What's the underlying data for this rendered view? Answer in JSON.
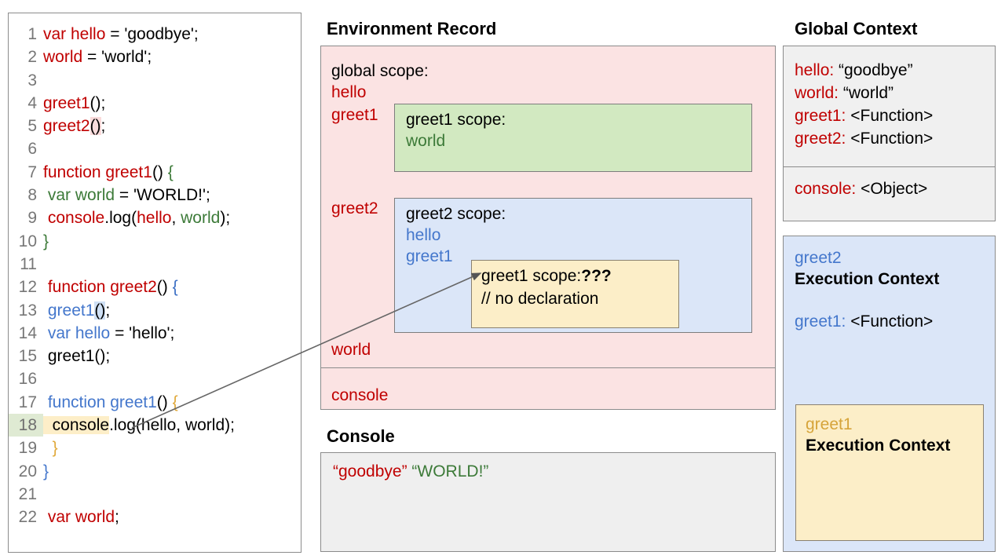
{
  "code_panel": {
    "name": "javascript-source",
    "lines": [
      {
        "n": "1",
        "tokens": [
          {
            "t": "var hello",
            "c": "red"
          },
          {
            "t": " = 'goodbye';",
            "c": "plain"
          }
        ]
      },
      {
        "n": "2",
        "tokens": [
          {
            "t": "world",
            "c": "red"
          },
          {
            "t": " = 'world';",
            "c": "plain"
          }
        ]
      },
      {
        "n": "3",
        "tokens": []
      },
      {
        "n": "4",
        "tokens": [
          {
            "t": "greet1",
            "c": "red"
          },
          {
            "t": "();",
            "c": "plain"
          }
        ]
      },
      {
        "n": "5",
        "tokens": [
          {
            "t": "greet2",
            "c": "red"
          },
          {
            "t": "()",
            "c": "plain-hl-pink"
          },
          {
            "t": ";",
            "c": "plain"
          }
        ]
      },
      {
        "n": "6",
        "tokens": []
      },
      {
        "n": "7",
        "tokens": [
          {
            "t": "function greet1",
            "c": "red"
          },
          {
            "t": "() ",
            "c": "plain"
          },
          {
            "t": "{",
            "c": "green"
          }
        ]
      },
      {
        "n": "8",
        "tokens": [
          {
            "t": " ",
            "c": "plain"
          },
          {
            "t": "var world",
            "c": "green"
          },
          {
            "t": " = 'WORLD!';",
            "c": "plain"
          }
        ]
      },
      {
        "n": "9",
        "tokens": [
          {
            "t": " ",
            "c": "plain"
          },
          {
            "t": "console",
            "c": "red"
          },
          {
            "t": ".log(",
            "c": "plain"
          },
          {
            "t": "hello",
            "c": "red"
          },
          {
            "t": ", ",
            "c": "plain"
          },
          {
            "t": "world",
            "c": "green"
          },
          {
            "t": ");",
            "c": "plain"
          }
        ]
      },
      {
        "n": "10",
        "tokens": [
          {
            "t": "}",
            "c": "green"
          }
        ]
      },
      {
        "n": "11",
        "tokens": []
      },
      {
        "n": "12",
        "tokens": [
          {
            "t": " ",
            "c": "plain"
          },
          {
            "t": "function greet2",
            "c": "red"
          },
          {
            "t": "() ",
            "c": "plain"
          },
          {
            "t": "{",
            "c": "kblue"
          }
        ]
      },
      {
        "n": "13",
        "tokens": [
          {
            "t": " ",
            "c": "plain"
          },
          {
            "t": "greet1",
            "c": "blue"
          },
          {
            "t": "()",
            "c": "plain-hl-blue"
          },
          {
            "t": ";",
            "c": "plain"
          }
        ]
      },
      {
        "n": "14",
        "tokens": [
          {
            "t": " ",
            "c": "plain"
          },
          {
            "t": "var hello",
            "c": "blue"
          },
          {
            "t": " = 'hello';",
            "c": "plain"
          }
        ]
      },
      {
        "n": "15",
        "tokens": [
          {
            "t": " greet1();",
            "c": "plain"
          }
        ]
      },
      {
        "n": "16",
        "tokens": []
      },
      {
        "n": "17",
        "tokens": [
          {
            "t": " ",
            "c": "plain"
          },
          {
            "t": "function greet1",
            "c": "blue"
          },
          {
            "t": "() ",
            "c": "plain"
          },
          {
            "t": "{",
            "c": "gold"
          }
        ]
      },
      {
        "n": "18",
        "tokens": [
          {
            "t": "  console",
            "c": "plain-hl-yellow"
          },
          {
            "t": ".log(hello, world);",
            "c": "plain"
          }
        ],
        "line_highlight": true
      },
      {
        "n": "19",
        "tokens": [
          {
            "t": "  ",
            "c": "plain"
          },
          {
            "t": "}",
            "c": "gold"
          }
        ]
      },
      {
        "n": "20",
        "tokens": [
          {
            "t": "}",
            "c": "blue"
          }
        ]
      },
      {
        "n": "21",
        "tokens": []
      },
      {
        "n": "22",
        "tokens": [
          {
            "t": " ",
            "c": "plain"
          },
          {
            "t": "var world",
            "c": "red"
          },
          {
            "t": ";",
            "c": "plain"
          }
        ]
      }
    ]
  },
  "environment_record": {
    "heading": "Environment Record",
    "global_scope_title": "global scope:",
    "global_vars": [
      "hello",
      "greet1",
      "greet2",
      "world"
    ],
    "console_var": "console",
    "greet1_scope": {
      "title": "greet1 scope:",
      "vars": [
        "world"
      ]
    },
    "greet2_scope": {
      "title": "greet2 scope:",
      "vars": [
        "hello",
        "greet1"
      ]
    },
    "greet1_inner": {
      "title": "greet1 scope:",
      "marker": "???",
      "comment": "// no declaration"
    }
  },
  "console": {
    "heading": "Console",
    "output_1": "“goodbye”",
    "output_2": "“WORLD!”"
  },
  "global_context": {
    "heading": "Global Context",
    "entries": [
      {
        "key": "hello",
        "value": "“goodbye”"
      },
      {
        "key": "world",
        "value": "“world”"
      },
      {
        "key": "greet1",
        "value": "<Function>"
      },
      {
        "key": "greet2",
        "value": "<Function>"
      }
    ],
    "console_key": "console",
    "console_value": "<Object>"
  },
  "greet2_execution_context": {
    "name": "greet2",
    "subtitle": "Execution Context",
    "entry_key": "greet1",
    "entry_value": "<Function>"
  },
  "greet1_execution_context": {
    "name": "greet1",
    "subtitle": "Execution Context"
  },
  "colors": {
    "env_record_bg": "#fbe3e3",
    "greet1_scope_bg": "#d2e9c1",
    "greet2_scope_bg": "#dbe6f8",
    "yellow_box_bg": "#fceec8",
    "gray_box_bg": "#f0f0f0",
    "console_bg": "#efefef",
    "red_token": "#c00000",
    "green_token": "#3c7a38",
    "blue_token": "#4477cc",
    "gold_token": "#d6a43a",
    "border": "#8b8b8b",
    "line_number": "#777777"
  }
}
